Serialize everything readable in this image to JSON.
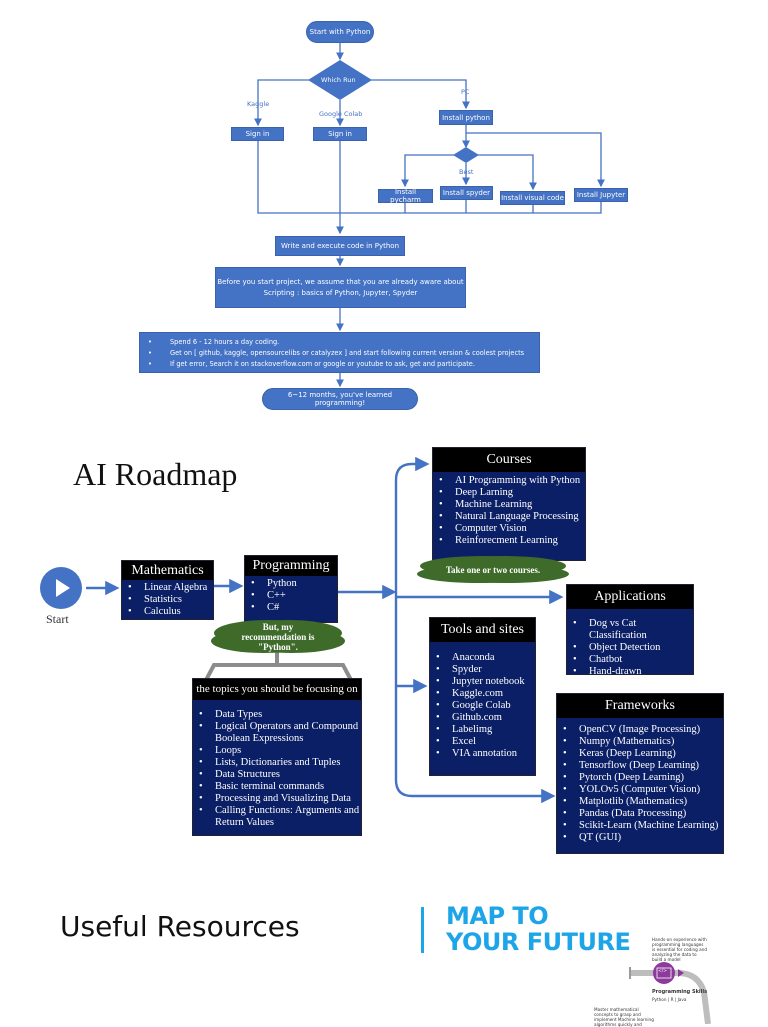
{
  "flowchart": {
    "start": "Start with Python",
    "decision": "Which Run",
    "branches": {
      "kaggle": "Kaggle",
      "colab": "Google Colab",
      "pc": "PC"
    },
    "sign_in_kaggle": "Sign in",
    "sign_in_colab": "Sign in",
    "install_python": "Install python",
    "best_label": "Best",
    "ide_options": {
      "pycharm": "Install pycharm",
      "spyder": "Install spyder",
      "vscode": "Install visual code",
      "jupyter": "Install Jupyter"
    },
    "write_code": "Write and execute code in Python",
    "assumption_line1": "Before you start project, we assume that you are already aware about",
    "assumption_line2": "Scripting : basics of Python, Jupyter, Spyder",
    "tips": [
      "Spend 6 - 12 hours a day coding.",
      "Get on [ github, kaggle, opensourcelibs or catalyzex ] and start following current version & coolest projects",
      "If get error, Search it on stackoverflow.com or google or youtube to ask, get and participate."
    ],
    "end": "6~12 months, you've learned programming!"
  },
  "roadmap": {
    "title": "AI Roadmap",
    "start_label": "Start",
    "mathematics": {
      "title": "Mathematics",
      "items": [
        "Linear Algebra",
        "Statistics",
        "Calculus"
      ]
    },
    "programming": {
      "title": "Programming",
      "items": [
        "Python",
        "C++",
        "C#"
      ]
    },
    "recommendation": "But, my recommendation is \"Python\".",
    "topics": {
      "title": "the topics you should be focusing on",
      "items": [
        "Data Types",
        "Logical Operators and Compound Boolean Expressions",
        "Loops",
        "Lists, Dictionaries and Tuples",
        "Data Structures",
        "Basic terminal commands",
        "Processing and Visualizing Data",
        "Calling Functions: Arguments and Return Values"
      ]
    },
    "courses": {
      "title": "Courses",
      "items": [
        "AI Programming with Python",
        "Deep Larning",
        "Machine Learning",
        "Natural Language Processing",
        "Computer Vision",
        "Reinforecment Learning"
      ],
      "note": "Take one or two courses."
    },
    "applications": {
      "title": "Applications",
      "items": [
        "Dog vs Cat Classification",
        "Object Detection",
        "Chatbot",
        "Hand-drawn Recognition"
      ]
    },
    "tools": {
      "title": "Tools and sites",
      "items": [
        "Anaconda",
        "Spyder",
        "Jupyter notebook",
        "Kaggle.com",
        "Google Colab",
        "Github.com",
        "Labelimg",
        "Excel",
        "VIA annotation"
      ]
    },
    "frameworks": {
      "title": "Frameworks",
      "items": [
        "OpenCV (Image Processing)",
        "Numpy (Mathematics)",
        "Keras (Deep Learning)",
        "Tensorflow (Deep Learning)",
        "Pytorch (Deep Learning)",
        "YOLOv5 (Computer Vision)",
        "Matplotlib (Mathematics)",
        "Pandas (Data Processing)",
        "Scikit-Learn (Machine Learning)",
        "QT (GUI)"
      ]
    }
  },
  "resources": {
    "title": "Useful Resources",
    "map_title_line1": "MAP TO",
    "map_title_line2": "YOUR FUTURE",
    "skill_desc": "Hands-on experience with programming languages is essential for coding and analyzing the data to build a model",
    "skill_name": "Programming Skills",
    "skill_langs": "Python | R | Java",
    "math_desc": "Master mathematical concepts to grasp and implement Machine learning algorithms quickly and",
    "skill_icon": "</>"
  },
  "colors": {
    "flow_blue": "#4472c4",
    "card_navy": "#0b1f66",
    "cloud_green": "#3e6b2a",
    "map_cyan": "#1ea5e8",
    "skill_purple": "#8e3a9d"
  }
}
